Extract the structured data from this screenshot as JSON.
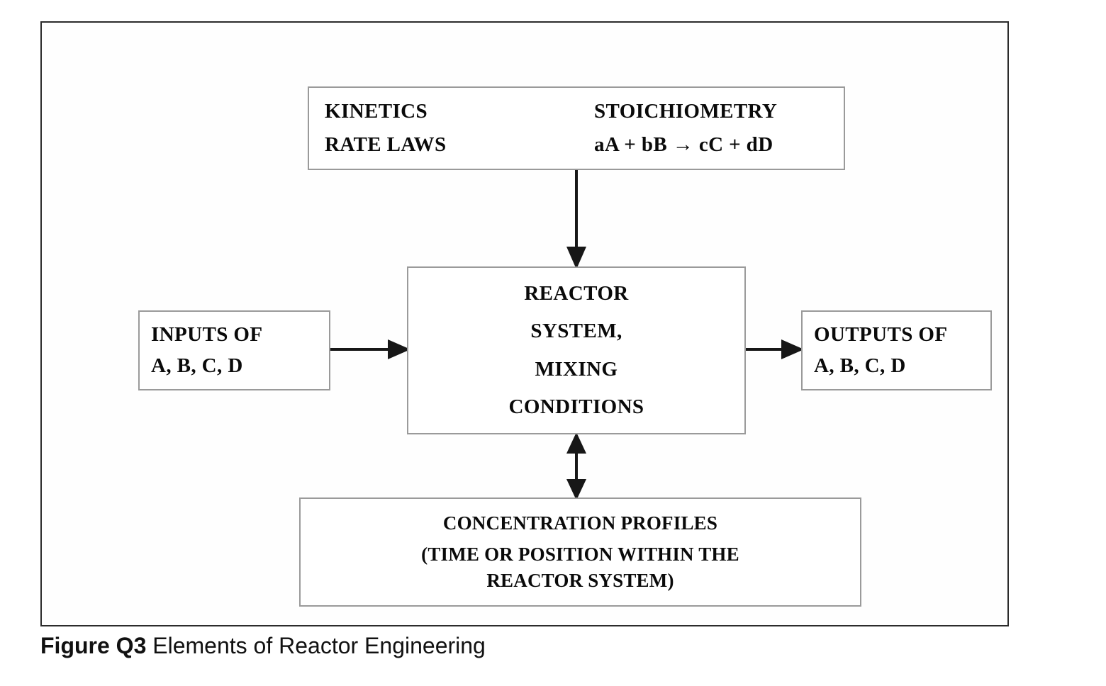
{
  "figure": {
    "caption_label": "Figure Q3",
    "caption_text": " Elements of Reactor Engineering",
    "frame_color": "#2b2b2b",
    "box_border_color": "#9a9a9a",
    "arrow_color": "#171717",
    "background": "#ffffff"
  },
  "diagram": {
    "type": "block-flow-diagram",
    "boxes": {
      "kinetics": {
        "name": "kinetics-stoichiometry-box",
        "rows": [
          {
            "left": "KINETICS",
            "right": "STOICHIOMETRY"
          },
          {
            "left": "RATE  LAWS",
            "right": "aA + bB → cC + dD"
          }
        ]
      },
      "reactor": {
        "name": "reactor-system-box",
        "lines": [
          "REACTOR",
          "SYSTEM,",
          "MIXING",
          "CONDITIONS"
        ]
      },
      "inputs": {
        "name": "inputs-box",
        "lines": [
          "INPUTS OF",
          "A, B, C, D"
        ]
      },
      "outputs": {
        "name": "outputs-box",
        "lines": [
          "OUTPUTS OF",
          "A, B, C, D"
        ]
      },
      "concentration": {
        "name": "concentration-profiles-box",
        "lines": [
          "CONCENTRATION PROFILES",
          "(TIME OR POSITION WITHIN THE",
          "REACTOR SYSTEM)"
        ]
      }
    },
    "arrows": [
      {
        "name": "arrow-kinetics-to-reactor",
        "from": "kinetics",
        "to": "reactor",
        "direction": "down",
        "heads": "single"
      },
      {
        "name": "arrow-inputs-to-reactor",
        "from": "inputs",
        "to": "reactor",
        "direction": "right",
        "heads": "single"
      },
      {
        "name": "arrow-reactor-to-outputs",
        "from": "reactor",
        "to": "outputs",
        "direction": "right",
        "heads": "single"
      },
      {
        "name": "arrow-reactor-concentration",
        "from": "reactor",
        "to": "concentration",
        "direction": "vertical",
        "heads": "double"
      }
    ]
  }
}
